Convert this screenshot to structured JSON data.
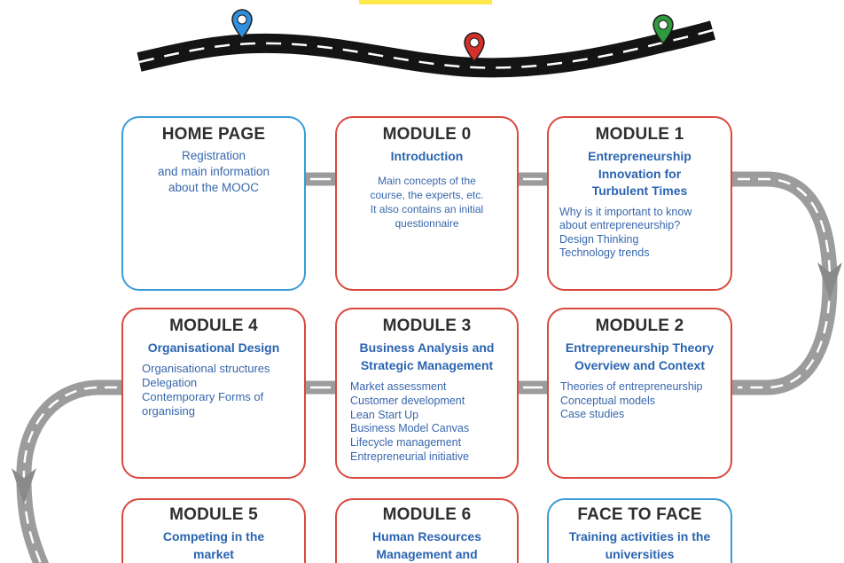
{
  "colors": {
    "road": "#9c9c9c",
    "road_dash": "#ffffff",
    "top_road": "#141414",
    "arrow": "#8a8a8a",
    "module_border": "#d9493f",
    "home_border": "#3b9bd8",
    "title": "#2f2f2f",
    "subtitle": "#2a64b0",
    "text": "#3767ad",
    "highlight": "#ffe94a"
  },
  "icons": {
    "route_pin": "map-pin-icon",
    "route_arrow": "arrow-down-icon"
  },
  "pins": [
    {
      "icon": "map-pin-icon",
      "color": "#2f8fdf"
    },
    {
      "icon": "map-pin-icon",
      "color": "#d6302a"
    },
    {
      "icon": "map-pin-icon",
      "color": "#2f9a3f"
    }
  ],
  "boxes": {
    "home": {
      "title": "HOME PAGE",
      "lines": [
        "Registration",
        "and main information",
        "about the MOOC"
      ]
    },
    "module0": {
      "title": "MODULE 0",
      "subtitle": [
        "Introduction"
      ],
      "lines": [
        "Main concepts of the",
        "course, the experts, etc.",
        "It also contains an initial",
        "questionnaire"
      ]
    },
    "module1": {
      "title": "MODULE 1",
      "subtitle": [
        "Entrepreneurship",
        "Innovation for",
        "Turbulent Times"
      ],
      "lines": [
        "Why is it important to know",
        "about entrepreneurship?",
        "Design Thinking",
        "Technology trends"
      ]
    },
    "module2": {
      "title": "MODULE 2",
      "subtitle": [
        "Entrepreneurship Theory",
        "Overview and Context"
      ],
      "lines": [
        "Theories of entrepreneurship",
        "Conceptual models",
        "Case studies"
      ]
    },
    "module3": {
      "title": "MODULE 3",
      "subtitle": [
        "Business Analysis and",
        "Strategic Management"
      ],
      "lines": [
        "Market assessment",
        "Customer development",
        "Lean Start Up",
        "Business Model Canvas",
        "Lifecycle management",
        "Entrepreneurial initiative"
      ]
    },
    "module4": {
      "title": "MODULE 4",
      "subtitle": [
        "Organisational Design"
      ],
      "lines": [
        "Organisational structures",
        "Delegation",
        "Contemporary Forms of",
        "organising"
      ]
    },
    "module5": {
      "title": "MODULE 5",
      "subtitle": [
        "Competing in the",
        "market"
      ]
    },
    "module6": {
      "title": "MODULE 6",
      "subtitle": [
        "Human Resources",
        "Management and"
      ]
    },
    "face_to_face": {
      "title": "FACE TO FACE",
      "subtitle": [
        "Training activities in the",
        "universities"
      ]
    }
  }
}
